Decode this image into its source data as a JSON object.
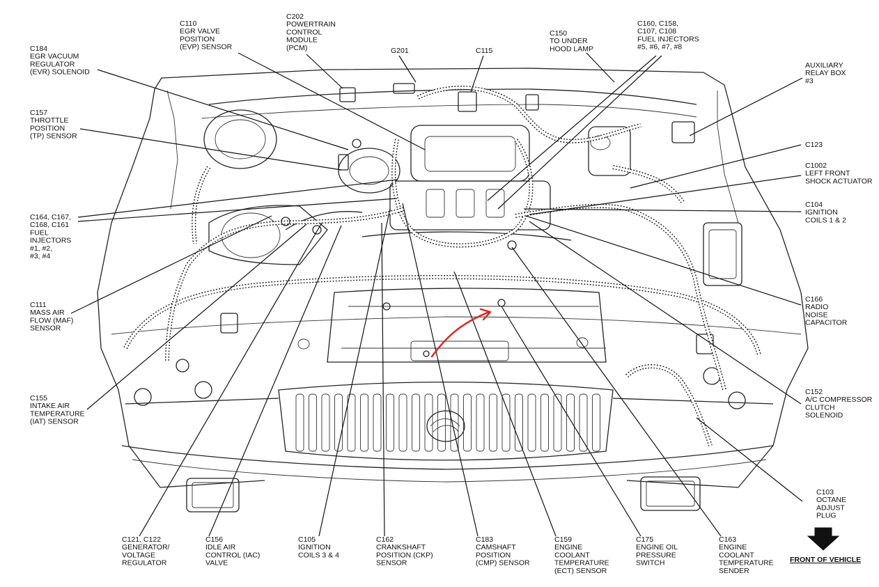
{
  "labels": [
    {
      "id": "c184",
      "lines": [
        "C184",
        "EGR VACUUM",
        "REGULATOR",
        "(EVR) SOLENOID"
      ]
    },
    {
      "id": "c110",
      "lines": [
        "C110",
        "EGR VALVE",
        "POSITION",
        "(EVP) SENSOR"
      ]
    },
    {
      "id": "c202",
      "lines": [
        "C202",
        "POWERTRAIN",
        "CONTROL",
        "MODULE",
        "(PCM)"
      ]
    },
    {
      "id": "g201",
      "lines": [
        "G201"
      ]
    },
    {
      "id": "c115",
      "lines": [
        "C115"
      ]
    },
    {
      "id": "c150",
      "lines": [
        "C150",
        "TO UNDER",
        "HOOD LAMP"
      ]
    },
    {
      "id": "c160",
      "lines": [
        "C160, C158,",
        "C107, C108",
        "FUEL INJECTORS",
        "#5, #6, #7, #8"
      ]
    },
    {
      "id": "aux",
      "lines": [
        "AUXILIARY",
        "RELAY BOX",
        "#3"
      ]
    },
    {
      "id": "c157",
      "lines": [
        "C157",
        "THROTTLE",
        "POSITION",
        "(TP) SENSOR"
      ]
    },
    {
      "id": "c123",
      "lines": [
        "C123"
      ]
    },
    {
      "id": "c1002",
      "lines": [
        "C1002",
        "LEFT FRONT",
        "SHOCK ACTUATOR"
      ]
    },
    {
      "id": "c164",
      "lines": [
        "C164, C167,",
        "C168, C161",
        "FUEL",
        "INJECTORS",
        "#1, #2,",
        "#3, #4"
      ]
    },
    {
      "id": "c104",
      "lines": [
        "C104",
        "IGNITION",
        "COILS 1 & 2"
      ]
    },
    {
      "id": "c111",
      "lines": [
        "C111",
        "MASS AIR",
        "FLOW (MAF)",
        "SENSOR"
      ]
    },
    {
      "id": "c166",
      "lines": [
        "C166",
        "RADIO",
        "NOISE",
        "CAPACITOR"
      ]
    },
    {
      "id": "c155",
      "lines": [
        "C155",
        "INTAKE AIR",
        "TEMPERATURE",
        "(IAT) SENSOR"
      ]
    },
    {
      "id": "c152",
      "lines": [
        "C152",
        "A/C COMPRESSOR",
        "CLUTCH",
        "SOLENOID"
      ]
    },
    {
      "id": "c103",
      "lines": [
        "C103",
        "OCTANE",
        "ADJUST",
        "PLUG"
      ]
    },
    {
      "id": "c121",
      "lines": [
        "C121, C122",
        "GENERATOR/",
        "VOLTAGE",
        "REGULATOR"
      ]
    },
    {
      "id": "c156",
      "lines": [
        "C156",
        "IDLE AIR",
        "CONTROL (IAC)",
        "VALVE"
      ]
    },
    {
      "id": "c105",
      "lines": [
        "C105",
        "IGNITION",
        "COILS 3 & 4"
      ]
    },
    {
      "id": "c162",
      "lines": [
        "C162",
        "CRANKSHAFT",
        "POSITION (CKP)",
        "SENSOR"
      ]
    },
    {
      "id": "c183",
      "lines": [
        "C183",
        "CAMSHAFT",
        "POSITION",
        "(CMP) SENSOR"
      ]
    },
    {
      "id": "c159",
      "lines": [
        "C159",
        "ENGINE",
        "COOLANT",
        "TEMPERATURE",
        "(ECT) SENSOR"
      ]
    },
    {
      "id": "c175",
      "lines": [
        "C175",
        "ENGINE OIL",
        "PRESSURE",
        "SWITCH"
      ]
    },
    {
      "id": "c163",
      "lines": [
        "C163",
        "ENGINE",
        "COOLANT",
        "TEMPERATURE",
        "SENDER"
      ]
    }
  ],
  "front_of_vehicle": "FRONT OF VEHICLE",
  "colors": {
    "line": "#111111",
    "annotation": "#e0201c",
    "background": "#ffffff"
  }
}
